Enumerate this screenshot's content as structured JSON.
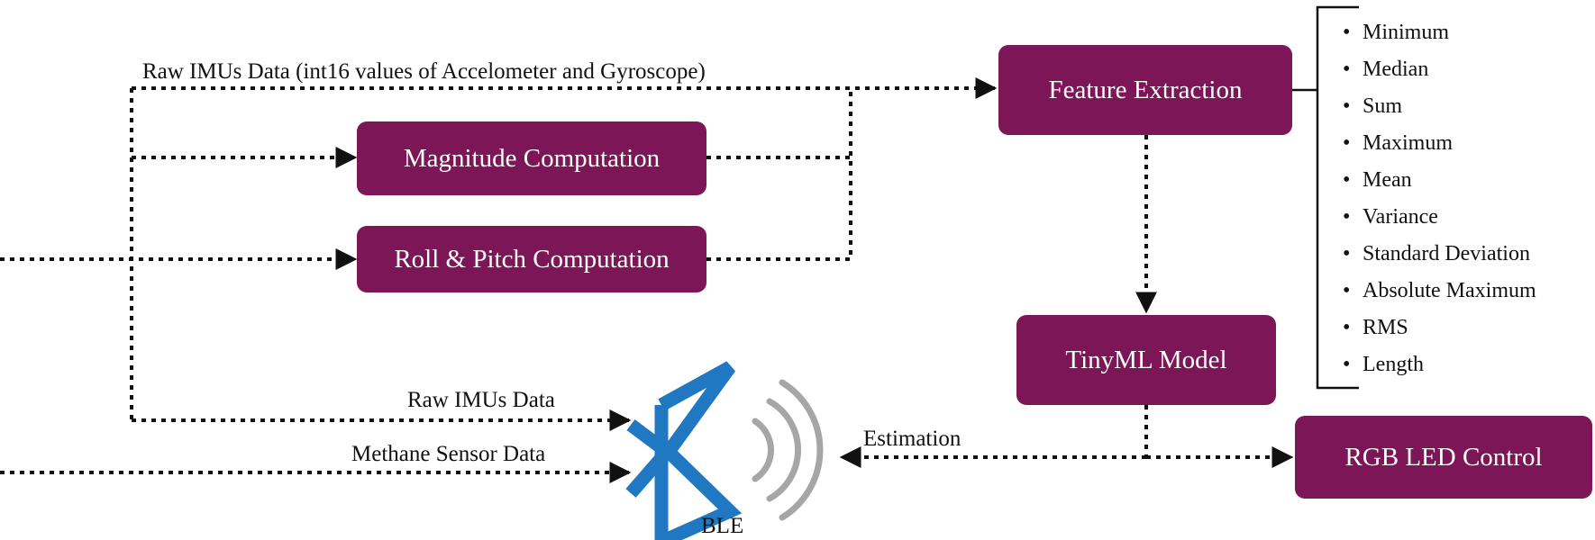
{
  "boxes": {
    "magnitude": "Magnitude Computation",
    "roll_pitch": "Roll & Pitch Computation",
    "feature_extraction": "Feature Extraction",
    "tinyml": "TinyML Model",
    "rgb_led": "RGB LED Control"
  },
  "labels": {
    "raw_imu_full": "Raw IMUs Data (int16 values of Accelometer and Gyroscope)",
    "raw_imu": "Raw IMUs Data",
    "methane": "Methane Sensor Data",
    "estimation": "Estimation",
    "ble": "BLE"
  },
  "features": [
    "Minimum",
    "Median",
    "Sum",
    "Maximum",
    "Mean",
    "Variance",
    "Standard Deviation",
    "Absolute Maximum",
    "RMS",
    "Length"
  ],
  "colors": {
    "box_fill": "#7d1657",
    "box_text": "#ffffff",
    "bluetooth_blue": "#1f78c1",
    "signal_gray": "#a6a6a6",
    "line": "#111111"
  },
  "icons": {
    "ble": "bluetooth-icon"
  }
}
